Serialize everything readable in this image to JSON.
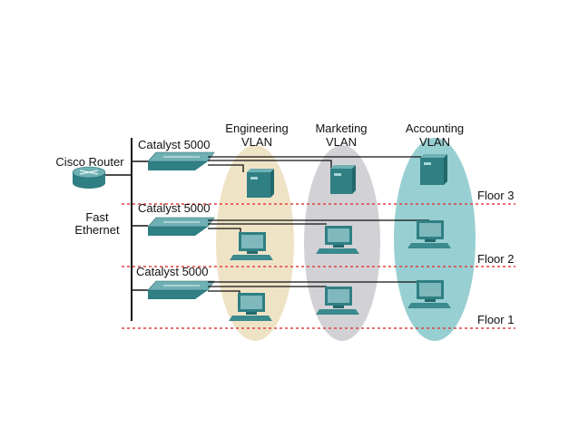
{
  "router": {
    "label": "Cisco Router"
  },
  "backbone": {
    "label_line1": "Fast",
    "label_line2": "Ethernet"
  },
  "switches": [
    {
      "label": "Catalyst 5000"
    },
    {
      "label": "Catalyst 5000"
    },
    {
      "label": "Catalyst 5000"
    }
  ],
  "vlans": [
    {
      "name_line1": "Engineering",
      "name_line2": "VLAN",
      "color": "#efe3c6"
    },
    {
      "name_line1": "Marketing",
      "name_line2": "VLAN",
      "color": "#d2d2d6"
    },
    {
      "name_line1": "Accounting",
      "name_line2": "VLAN",
      "color": "#98cfd2"
    }
  ],
  "floors": [
    {
      "label": "Floor 3"
    },
    {
      "label": "Floor 2"
    },
    {
      "label": "Floor 1"
    }
  ],
  "colors": {
    "device_teal": "#2f7f83",
    "device_teal_light": "#6fb0b4",
    "floor_line": "#e04040",
    "link": "#111111"
  }
}
